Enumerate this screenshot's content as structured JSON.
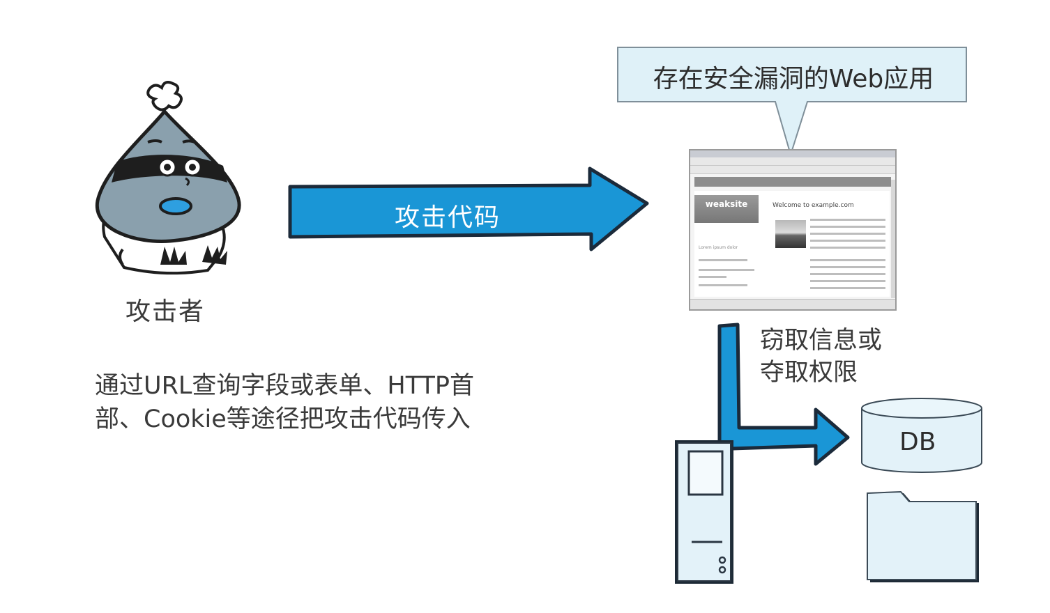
{
  "callout": {
    "text": "存在安全漏洞的Web应用"
  },
  "attack_arrow": {
    "label": "攻击代码"
  },
  "attacker": {
    "label": "攻击者"
  },
  "description": {
    "line1": "通过URL查询字段或表单、HTTP首",
    "line2": "部、Cookie等途径把攻击代码传入"
  },
  "steal": {
    "line1": "窃取信息或",
    "line2": "夺取权限"
  },
  "database": {
    "label": "DB"
  },
  "browser": {
    "logo": "weaksite",
    "welcome": "Welcome to example.com",
    "sidebar_title": "Lorem ipsum dolor"
  },
  "colors": {
    "arrow": "#1a96d6",
    "arrow_outline": "#1b2a3a",
    "callout_fill": "#dff1f8",
    "box_fill": "#e3f2f9",
    "attacker_body": "#8aa0ad"
  }
}
